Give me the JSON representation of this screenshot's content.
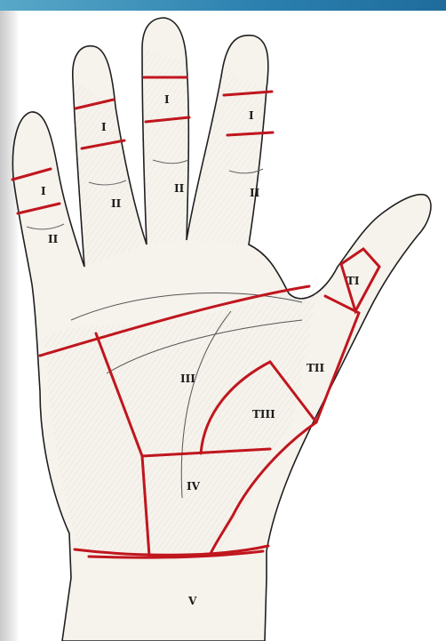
{
  "figure": {
    "accent_color": "#c0161e",
    "labels": {
      "little_distal": "I",
      "little_middle": "II",
      "ring_distal": "I",
      "ring_middle": "II",
      "middle_distal": "I",
      "middle_middle": "II",
      "index_distal": "I",
      "index_middle": "II",
      "thumb_distal": "TI",
      "thumb_proximal": "TII",
      "thenar": "TIII",
      "central_palm": "III",
      "lower_palm": "IV",
      "wrist": "V"
    }
  }
}
